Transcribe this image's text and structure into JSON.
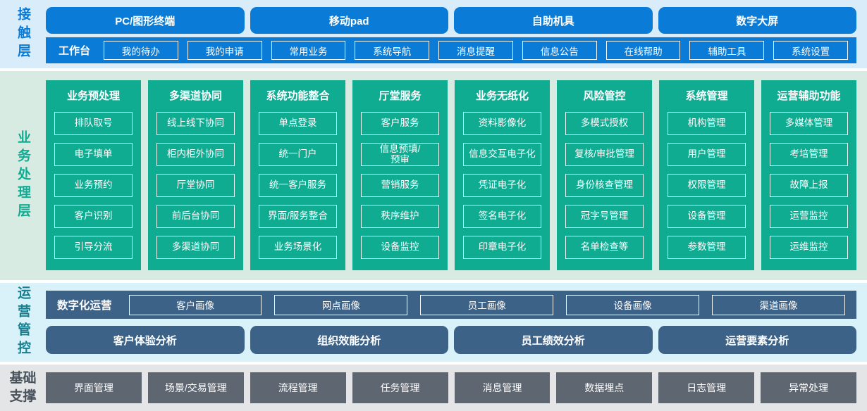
{
  "layers": {
    "contact": {
      "label": "接触层",
      "devices": [
        "PC/图形终端",
        "移动pad",
        "自助机具",
        "数字大屏"
      ],
      "workbench": {
        "label": "工作台",
        "items": [
          "我的待办",
          "我的申请",
          "常用业务",
          "系统导航",
          "消息提醒",
          "信息公告",
          "在线帮助",
          "辅助工具",
          "系统设置"
        ]
      }
    },
    "business": {
      "label": "业务处理层",
      "columns": [
        {
          "title": "业务预处理",
          "items": [
            "排队取号",
            "电子填单",
            "业务预约",
            "客户识别",
            "引导分流"
          ]
        },
        {
          "title": "多渠道协同",
          "items": [
            "线上线下协同",
            "柜内柜外协同",
            "厅堂协同",
            "前后台协同",
            "多渠道协同"
          ]
        },
        {
          "title": "系统功能整合",
          "items": [
            "单点登录",
            "统一门户",
            "统一客户服务",
            "界面/服务整合",
            "业务场景化"
          ]
        },
        {
          "title": "厅堂服务",
          "items": [
            "客户服务",
            "信息预填/\n预审",
            "营销服务",
            "秩序维护",
            "设备监控"
          ]
        },
        {
          "title": "业务无纸化",
          "items": [
            "资料影像化",
            "信息交互电子化",
            "凭证电子化",
            "签名电子化",
            "印章电子化"
          ]
        },
        {
          "title": "风险管控",
          "items": [
            "多模式授权",
            "复核/审批管理",
            "身份核查管理",
            "冠字号管理",
            "名单检查等"
          ]
        },
        {
          "title": "系统管理",
          "items": [
            "机构管理",
            "用户管理",
            "权限管理",
            "设备管理",
            "参数管理"
          ]
        },
        {
          "title": "运营辅助功能",
          "items": [
            "多媒体管理",
            "考培管理",
            "故障上报",
            "运营监控",
            "运维监控"
          ]
        }
      ]
    },
    "operations": {
      "label": "运营管控",
      "digital": {
        "label": "数字化运营",
        "items": [
          "客户画像",
          "网点画像",
          "员工画像",
          "设备画像",
          "渠道画像"
        ]
      },
      "analysis": [
        "客户体验分析",
        "组织效能分析",
        "员工绩效分析",
        "运营要素分析"
      ]
    },
    "base": {
      "label": "基础\n支撑",
      "items": [
        "界面管理",
        "场景/交易管理",
        "流程管理",
        "任务管理",
        "消息管理",
        "数据埋点",
        "日志管理",
        "异常处理"
      ]
    }
  },
  "colors": {
    "primary_blue": "#0a7bd6",
    "teal_green": "#10ac92",
    "slate_blue": "#3c6288",
    "dark_gray": "#5d6671",
    "band_blue": "#d9ecf9",
    "band_green": "#d7ebe3",
    "band_cyan": "#d9f1f9",
    "band_gray": "#e3e5e7"
  }
}
